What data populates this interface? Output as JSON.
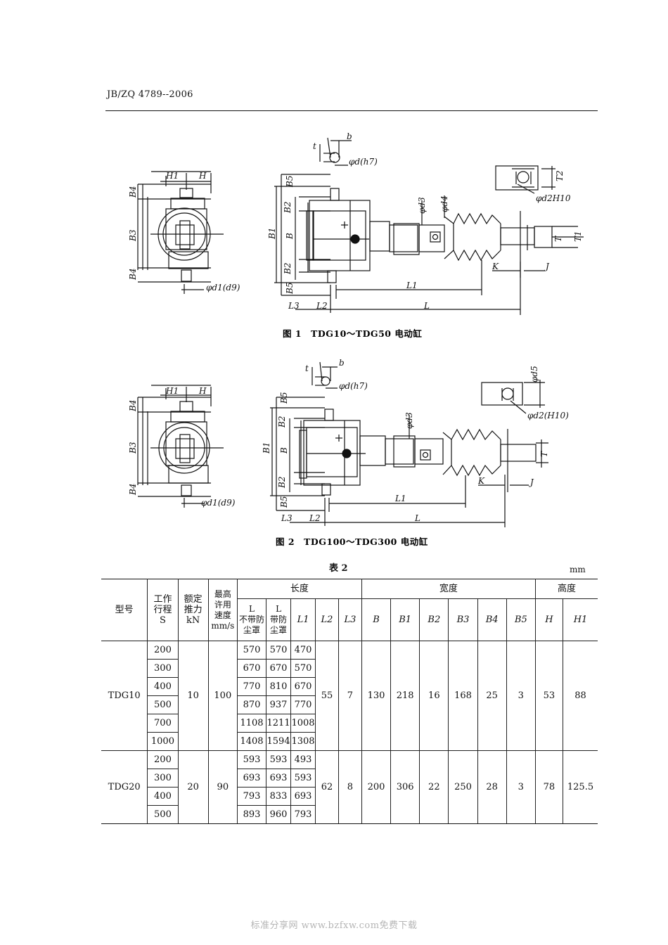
{
  "header": {
    "standard_no": "JB/ZQ 4789--2006"
  },
  "figure1": {
    "caption": "图 1　TDG10～TDG50 电动缸",
    "labels": {
      "H1": "H1",
      "H": "H",
      "B4": "B4",
      "B3": "B3",
      "B4b": "B4",
      "phi_d1": "φd1(d9)",
      "b": "b",
      "t": "t",
      "phi_d": "φd(h7)",
      "B5": "B5",
      "B2": "B2",
      "B1": "B1",
      "B": "B",
      "B2b": "B2",
      "B5b": "B5",
      "phi_d3": "φd3",
      "phi_d4": "φd4",
      "T2": "T2",
      "phi_d2": "φd2H10",
      "T": "T",
      "T1": "T1",
      "K": "K",
      "J": "J",
      "L1": "L1",
      "L3": "L3",
      "L2": "L2",
      "L": "L"
    }
  },
  "figure2": {
    "caption": "图 2　TDG100～TDG300 电动缸",
    "labels": {
      "H1": "H1",
      "H": "H",
      "B4": "B4",
      "B3": "B3",
      "B4b": "B4",
      "phi_d1": "φd1(d9)",
      "t": "t",
      "b": "b",
      "phi_d": "φd(h7)",
      "B5": "B5",
      "B2": "B2",
      "B1": "B1",
      "B": "B",
      "B2b": "B2",
      "B5b": "B5",
      "phi_d3": "φd3",
      "phi_d5": "φd5",
      "phi_d2": "φd2(H10)",
      "T": "T",
      "K": "K",
      "J": "J",
      "L1": "L1",
      "L3": "L3",
      "L2": "L2",
      "L": "L"
    }
  },
  "table": {
    "title": "表 2",
    "unit": "mm",
    "headers": {
      "model": "型号",
      "stroke": "工作\n行程\nS",
      "thrust": "额定\n推力\nkN",
      "speed": "最高\n许用\n速度\nmm/s",
      "length": "长度",
      "width": "宽度",
      "height": "高度",
      "L_nodust": "L\n不带防\n尘罩",
      "L_dust": "L\n带防\n尘罩",
      "L1": "L1",
      "L2": "L2",
      "L3": "L3",
      "B": "B",
      "B1": "B1",
      "B2": "B2",
      "B3": "B3",
      "B4": "B4",
      "B5": "B5",
      "H": "H",
      "H1": "H1"
    },
    "groups": [
      {
        "model": "TDG10",
        "thrust": "10",
        "speed": "100",
        "L2": "55",
        "L3": "7",
        "B": "130",
        "B1": "218",
        "B2": "16",
        "B3": "168",
        "B4": "25",
        "B5": "3",
        "H": "53",
        "H1": "88",
        "rows": [
          [
            "200",
            "570",
            "570",
            "470"
          ],
          [
            "300",
            "670",
            "670",
            "570"
          ],
          [
            "400",
            "770",
            "810",
            "670"
          ],
          [
            "500",
            "870",
            "937",
            "770"
          ],
          [
            "700",
            "1108",
            "1211",
            "1008"
          ],
          [
            "1000",
            "1408",
            "1594",
            "1308"
          ]
        ]
      },
      {
        "model": "TDG20",
        "thrust": "20",
        "speed": "90",
        "L2": "62",
        "L3": "8",
        "B": "200",
        "B1": "306",
        "B2": "22",
        "B3": "250",
        "B4": "28",
        "B5": "3",
        "H": "78",
        "H1": "125.5",
        "rows": [
          [
            "200",
            "593",
            "593",
            "493"
          ],
          [
            "300",
            "693",
            "693",
            "593"
          ],
          [
            "400",
            "793",
            "833",
            "693"
          ],
          [
            "500",
            "893",
            "960",
            "793"
          ]
        ]
      }
    ]
  },
  "footer": {
    "watermark": "标准分享网 www.bzfxw.com免费下载"
  }
}
